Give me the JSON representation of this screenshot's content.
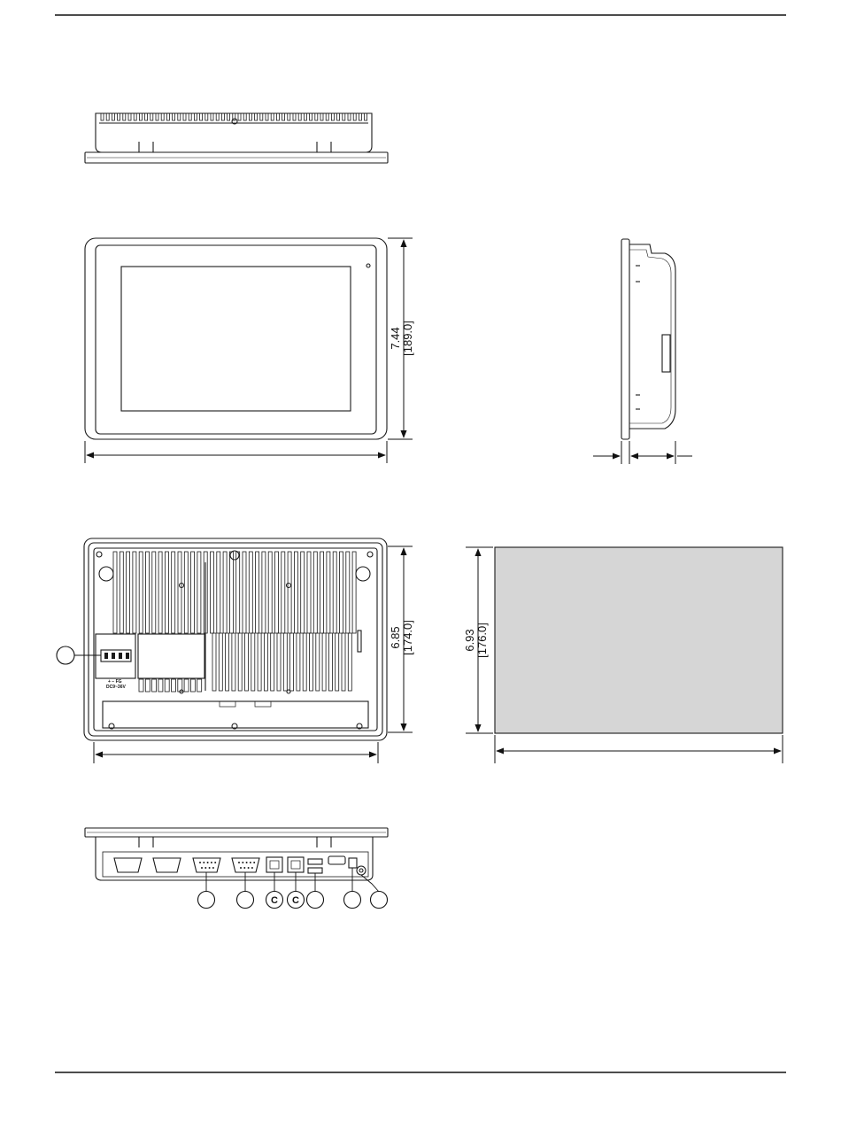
{
  "dimensions": {
    "front_height_in": "7.44",
    "front_height_mm": "[189.0]",
    "rear_height_in": "6.85",
    "rear_height_mm": "[174.0]",
    "cutout_height_in": "6.93",
    "cutout_height_mm": "[176.0]"
  },
  "rear_labels": {
    "power_polarity": "+ − FG",
    "power_voltage": "DC9~36V"
  },
  "callouts": {
    "lan_1": "C",
    "lan_2": "C"
  },
  "colors": {
    "line": "#1a1a1a",
    "cutout_fill": "#d6d6d6"
  }
}
